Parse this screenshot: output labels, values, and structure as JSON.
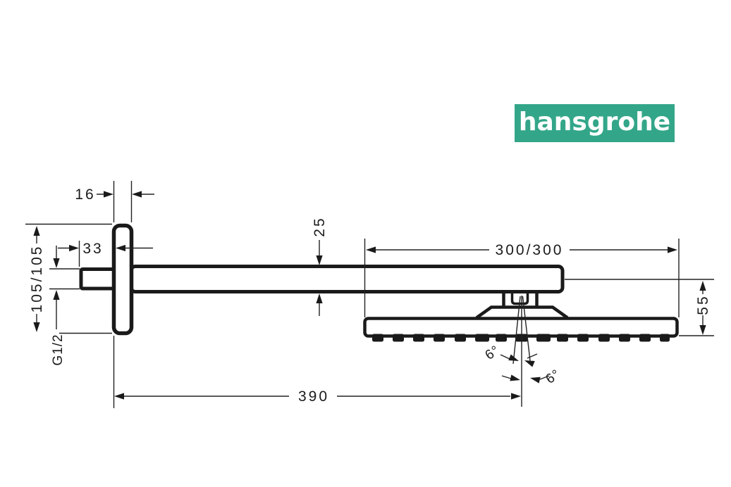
{
  "page": {
    "background": "#ffffff"
  },
  "logo": {
    "text": "hansgrohe",
    "bg_color": "#33A689",
    "text_color": "#ffffff"
  },
  "drawing": {
    "line_color": "#1a1a1a",
    "dims": {
      "plate_depth": "16",
      "pipe_inset": "33",
      "plate_face": "105/105",
      "thread": "G1/2",
      "arm_height": "25",
      "head_size": "300/300",
      "head_drop": "55",
      "reach": "390",
      "angle_a": "6°",
      "angle_b": "6°"
    }
  }
}
